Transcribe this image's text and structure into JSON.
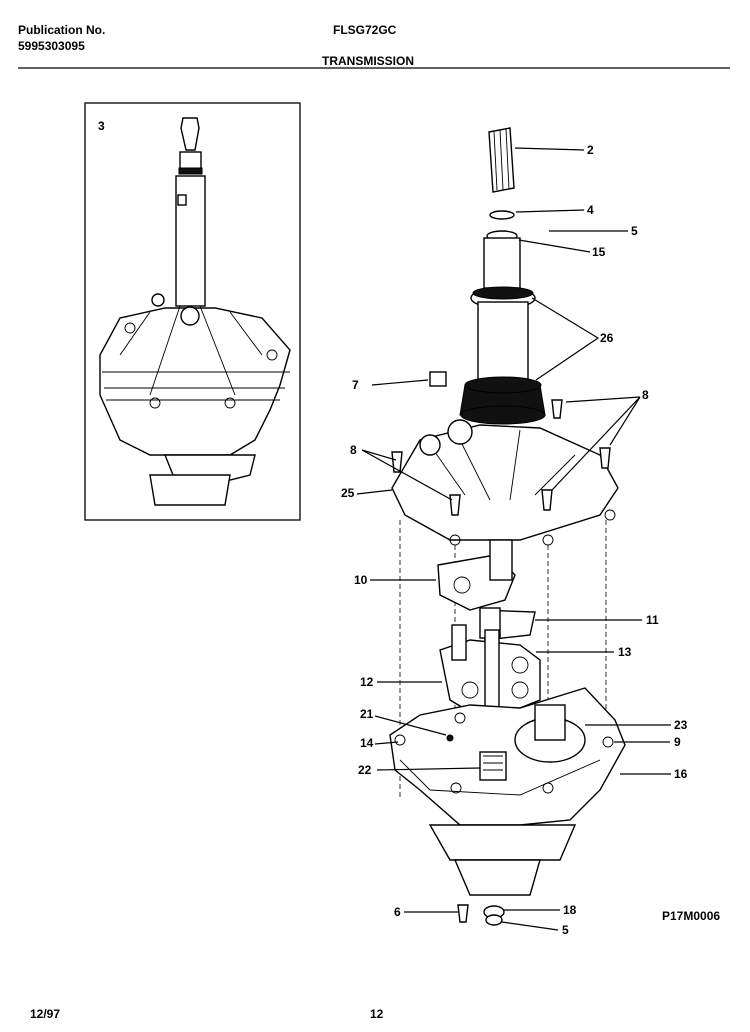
{
  "header": {
    "publication_label": "Publication No.",
    "publication_number": "5995303095",
    "model": "FLSG72GC",
    "section_title": "TRANSMISSION"
  },
  "inset": {
    "callout": "3"
  },
  "callouts": {
    "c2": "2",
    "c4": "4",
    "c5a": "5",
    "c15": "15",
    "c26": "26",
    "c7": "7",
    "c8a": "8",
    "c8b": "8",
    "c25": "25",
    "c10": "10",
    "c11": "11",
    "c13": "13",
    "c12": "12",
    "c21": "21",
    "c23": "23",
    "c14": "14",
    "c9": "9",
    "c22": "22",
    "c16": "16",
    "c6": "6",
    "c18": "18",
    "c5b": "5"
  },
  "figure_code": "P17M0006",
  "footer": {
    "date": "12/97",
    "page": "12"
  }
}
